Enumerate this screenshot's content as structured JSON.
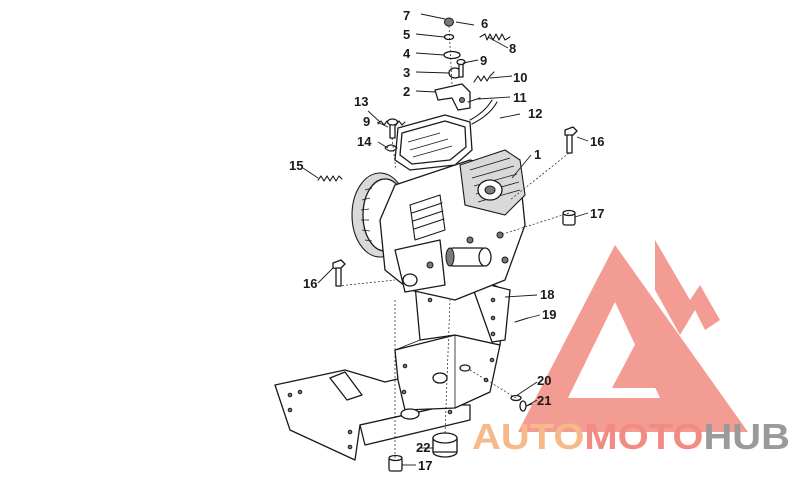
{
  "callouts": {
    "c1": "1",
    "c2": "2",
    "c3": "3",
    "c4": "4",
    "c5": "5",
    "c6": "6",
    "c7": "7",
    "c8": "8",
    "c9a": "9",
    "c9b": "9",
    "c10": "10",
    "c11": "11",
    "c12": "12",
    "c13": "13",
    "c14": "14",
    "c15": "15",
    "c16a": "16",
    "c16b": "16",
    "c17a": "17",
    "c17b": "17",
    "c18": "18",
    "c19": "19",
    "c20": "20",
    "c21": "21",
    "c22": "22"
  },
  "watermark": {
    "brand": "AUTOMOTOHUB",
    "colors": {
      "triangle": "#f28b82",
      "auto": "#f5b98a",
      "moto": "#f28b82",
      "hub": "#9a9a9a"
    }
  }
}
